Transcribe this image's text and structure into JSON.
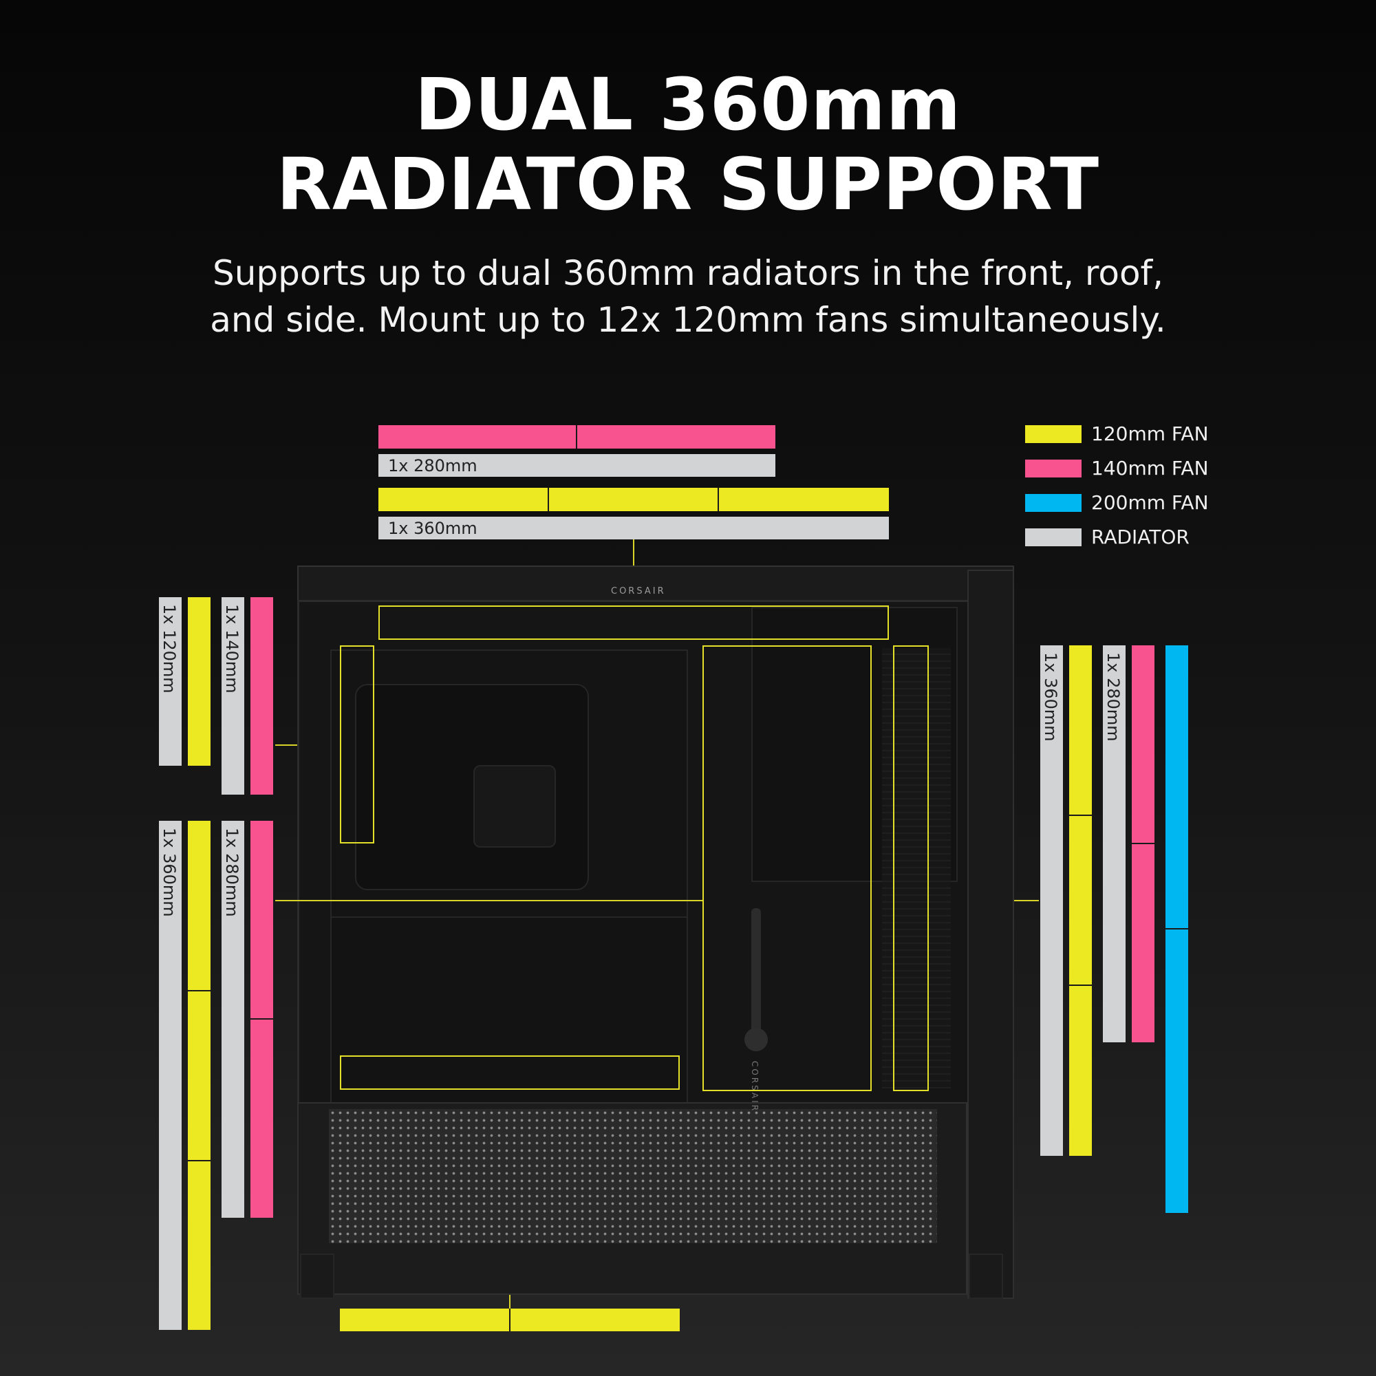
{
  "title": {
    "line1": "DUAL 360mm",
    "line2": "RADIATOR SUPPORT"
  },
  "subtitle": {
    "line1": "Supports up to dual 360mm radiators in the front, roof,",
    "line2": "and side. Mount up to 12x 120mm fans simultaneously."
  },
  "legend": {
    "items": [
      {
        "label": "120mm FAN",
        "color": "#ece822"
      },
      {
        "label": "140mm FAN",
        "color": "#f9538f"
      },
      {
        "label": "200mm FAN",
        "color": "#00b7f1"
      },
      {
        "label": "RADIATOR",
        "color": "#d1d3d4"
      }
    ]
  },
  "roof": {
    "radiator_280_label": "1x 280mm",
    "radiator_360_label": "1x 360mm"
  },
  "rear": {
    "radiator_120_label": "1x 120mm",
    "radiator_140_label": "1x 140mm"
  },
  "side": {
    "radiator_360_label": "1x 360mm",
    "radiator_280_label": "1x 280mm"
  },
  "front": {
    "radiator_360_label": "1x 360mm",
    "radiator_280_label": "1x 280mm"
  },
  "case": {
    "logo_text": "CORSAIR",
    "side_logo_text": "CORSAIR"
  },
  "colors": {
    "fan_120": "#ece822",
    "fan_140": "#f9538f",
    "fan_200": "#00b7f1",
    "radiator": "#d1d3d4",
    "outline": "#e4e02a"
  }
}
